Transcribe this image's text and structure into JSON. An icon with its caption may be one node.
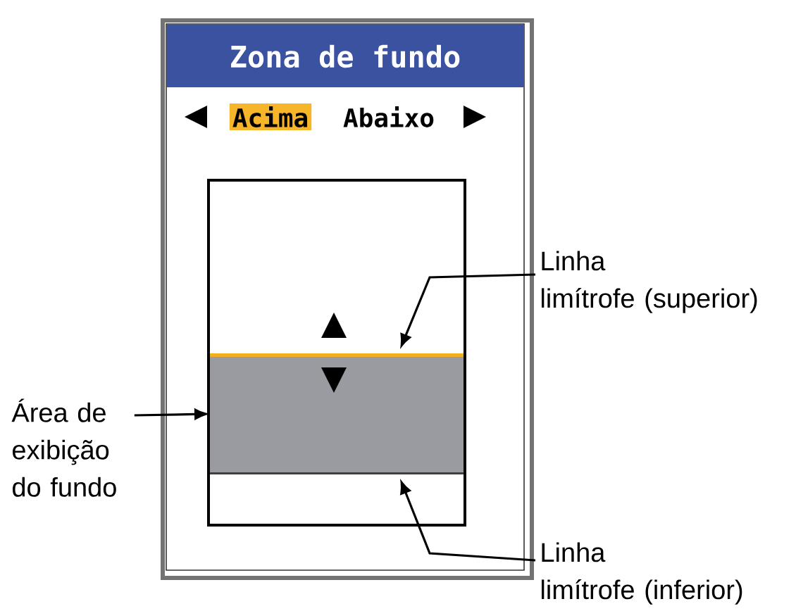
{
  "diagram": {
    "nodes": [
      {
        "text": [
          "Zona de fundo"
        ]
      },
      {
        "text": [],
        "shape": "box",
        "in": 0
      },
      {
        "text": [],
        "shape": "box",
        "in": 1
      },
      {
        "text": [],
        "shape": "line",
        "in": 1
      },
      {
        "text": [],
        "shape": "line",
        "in": 1
      },
      {
        "text": [
          "Área de exibição do fundo"
        ]
      },
      {
        "text": [
          "Linha limítrofe (superior)"
        ]
      },
      {
        "text": [
          "Linha limítrofe (inferior)"
        ]
      }
    ],
    "edges": [
      {
        "from": 5,
        "to": 2,
        "arrow": "to"
      },
      {
        "from": 6,
        "to": 3,
        "arrow": "to"
      },
      {
        "from": 7,
        "to": 4,
        "arrow": "to"
      }
    ],
    "labels": [
      "Acima",
      "Abaixo"
    ]
  }
}
